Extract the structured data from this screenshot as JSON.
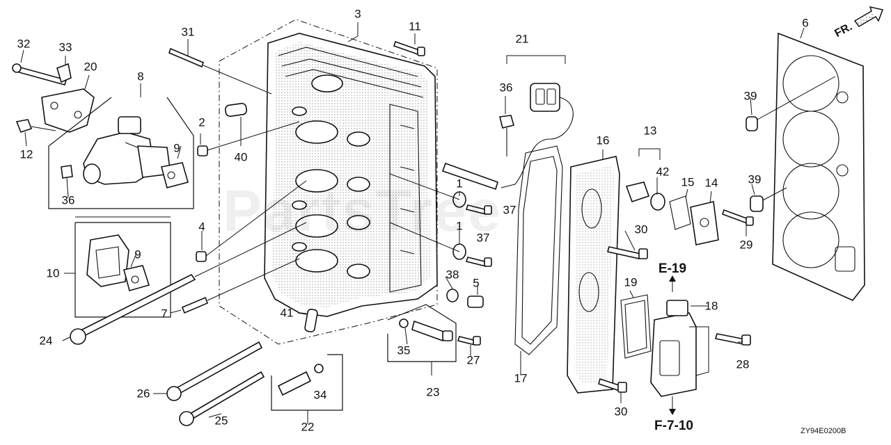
{
  "diagram": {
    "watermark": "PartsTree",
    "code": "ZY94E0200B",
    "direction_label": "FR.",
    "part_labels": [
      "1",
      "1",
      "2",
      "3",
      "4",
      "5",
      "6",
      "7",
      "8",
      "9",
      "9",
      "10",
      "11",
      "12",
      "13",
      "14",
      "15",
      "16",
      "17",
      "18",
      "19",
      "20",
      "21",
      "22",
      "23",
      "24",
      "25",
      "26",
      "27",
      "28",
      "29",
      "30",
      "30",
      "31",
      "32",
      "33",
      "34",
      "35",
      "36",
      "36",
      "37",
      "37",
      "38",
      "39",
      "39",
      "40",
      "41",
      "42"
    ],
    "refs": [
      "E-19",
      "F-7-10"
    ]
  }
}
